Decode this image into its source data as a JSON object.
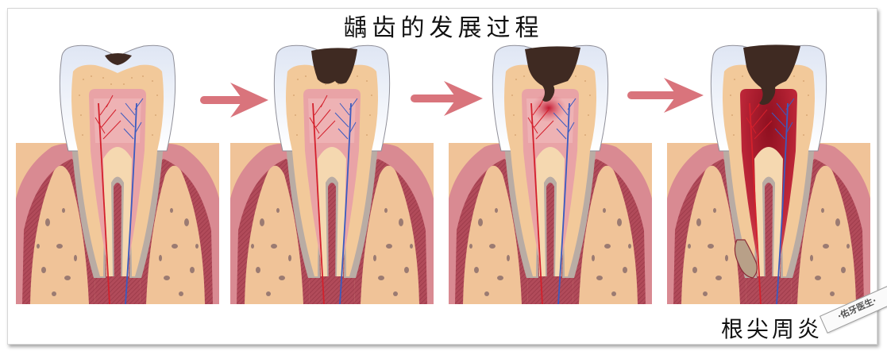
{
  "title": "龋齿的发展过程",
  "stages": [
    {
      "id": 1,
      "description": "enamel caries (shallow)",
      "cavity_depth": "enamel"
    },
    {
      "id": 2,
      "description": "dentin caries (medium)",
      "cavity_depth": "dentin"
    },
    {
      "id": 3,
      "description": "deep caries reaching pulp (pulpitis)",
      "cavity_depth": "pulp"
    },
    {
      "id": 4,
      "description": "pulp necrosis with periapical lesion",
      "cavity_depth": "pulp"
    }
  ],
  "caption": "根尖周炎",
  "watermark": {
    "text": "·佑牙医生·"
  },
  "colors": {
    "enamel": "#e9eef8",
    "dentin": "#f2c99a",
    "pulp": "#e9a3a6",
    "pulp_inflamed": "#b8202e",
    "decay": "#3f2a22",
    "gum": "#d98a92",
    "gum_dark": "#a5414f",
    "bone": "#f0c398",
    "bone_spots": "#9b7b72",
    "artery": "#d4202c",
    "vein": "#3a5bc0",
    "arrow": "#d9747c"
  }
}
